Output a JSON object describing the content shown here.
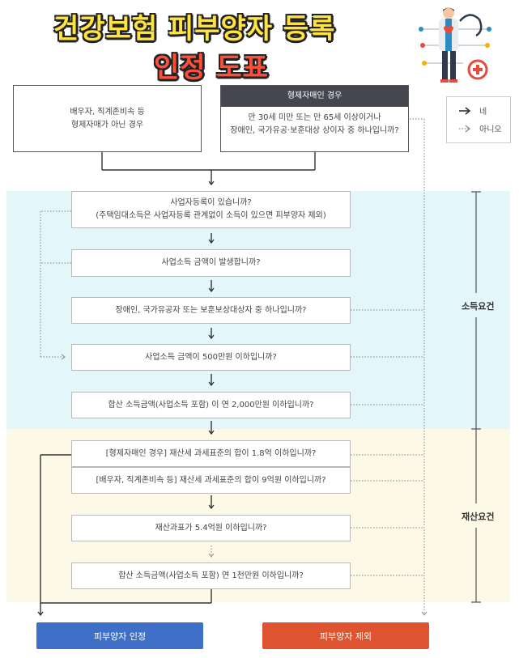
{
  "title": {
    "line1": "건강보험 피부양자 등록",
    "line2": "인정 도표"
  },
  "legend": {
    "yes": "네",
    "no": "아니오"
  },
  "top": {
    "left_box": {
      "line1": "배우자, 직계존비속 등",
      "line2": "형제자매가 아닌 경우"
    },
    "right_box": {
      "header": "형제자매인 경우",
      "line1": "만 30세 미만 또는 만 65세 이상이거나",
      "line2": "장애인, 국가유공·보훈대상 상이자 중 하나입니까?"
    }
  },
  "income": {
    "label": "소득요건",
    "q1_line1": "사업자등록이 있습니까?",
    "q1_line2": "(주택임대소득은 사업자등록 관계없이 소득이 있으면 피부양자 제외)",
    "q2": "사업소득 금액이 발생합니까?",
    "q3": "장애인, 국가유공자 또는 보훈보상대상자 중 하나입니까?",
    "q4": "사업소득 금액이 500만원 이하입니까?",
    "q5": "합산 소득금액(사업소득 포함) 이 연 2,000만원 이하입니까?"
  },
  "asset": {
    "label": "재산요건",
    "q1": "[형제자매인 경우] 재산세 과세표준의 합이 1.8억 이하입니까?",
    "q2": "[배우자, 직계존비속 등] 재산세 과세표준의 합이 9억원 이하입니까?",
    "q3": "재산과표가 5.4억원 이하입니까?",
    "q4": "합산 소득금액(사업소득 포함) 연 1천만원 이하입니까?"
  },
  "results": {
    "approved": "피부양자 인정",
    "excluded": "피부양자 제외"
  },
  "colors": {
    "income_band": "#e3f6fa",
    "asset_band": "#fcf9e6",
    "header_dark": "#444650",
    "approve_blue": "#3f6fc7",
    "exclude_orange": "#df5430",
    "title_yellow": "#ffe342",
    "title_red": "#ff4f3a"
  }
}
